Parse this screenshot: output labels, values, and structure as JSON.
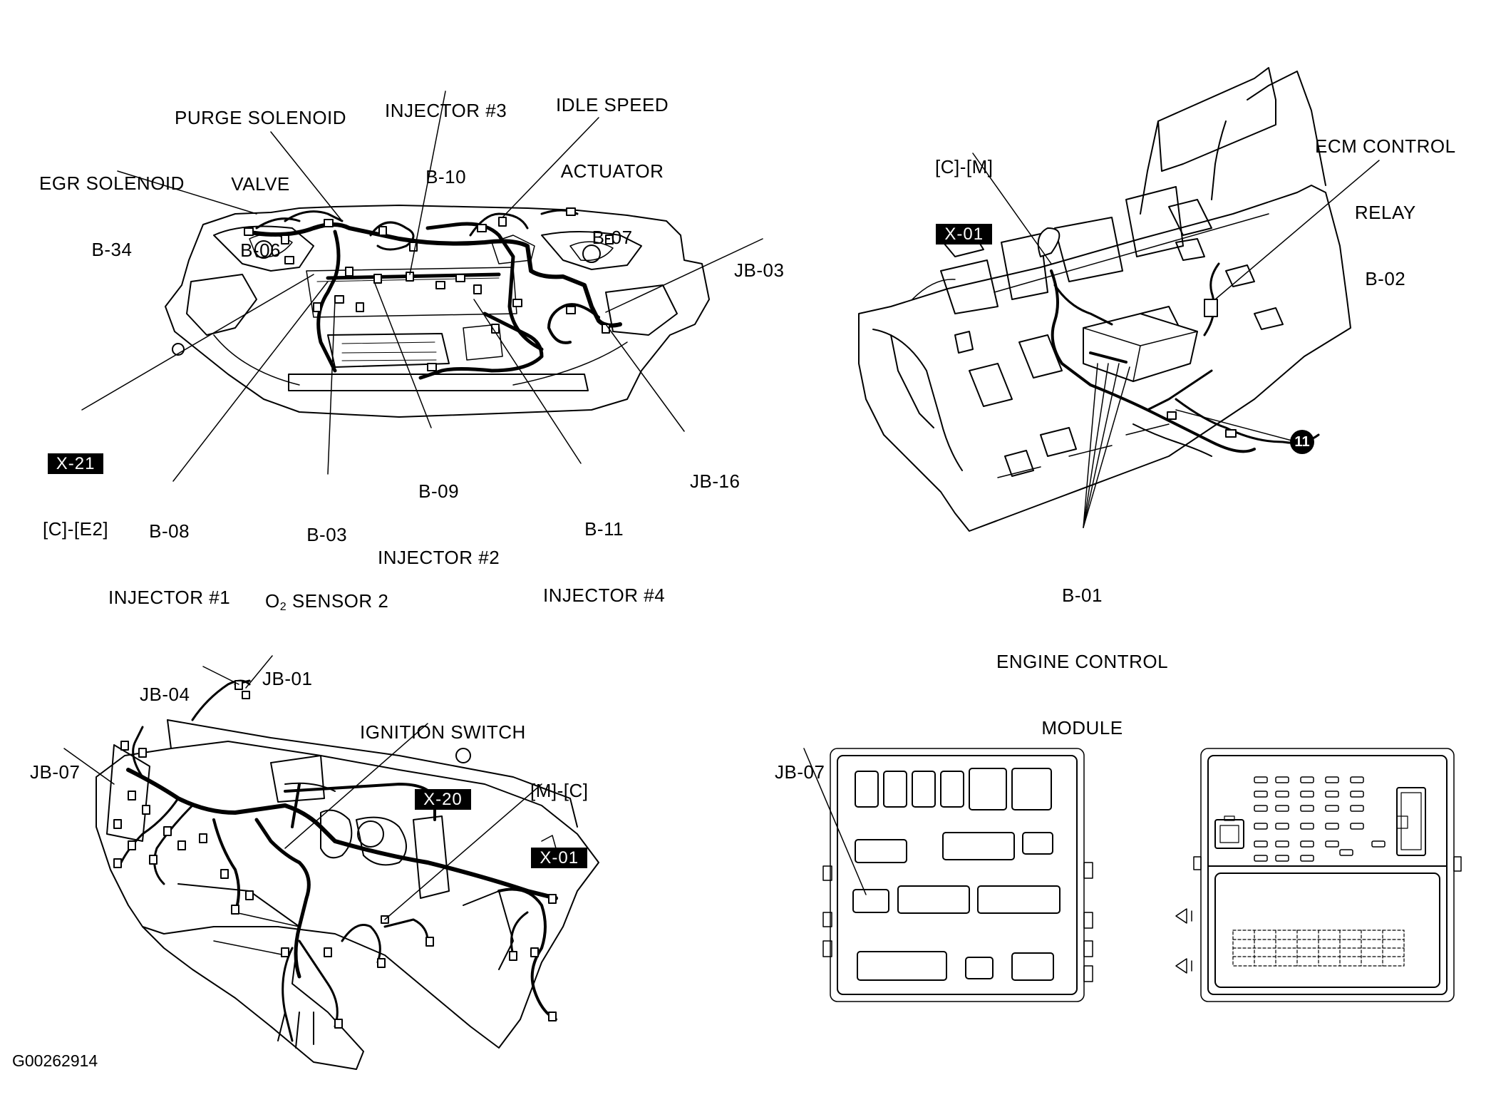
{
  "engine_bay": {
    "purge_solenoid": [
      "PURGE SOLENOID",
      "VALVE",
      "B-06"
    ],
    "injector3": [
      "INJECTOR #3",
      "B-10"
    ],
    "idle_speed": [
      "IDLE SPEED",
      "ACTUATOR",
      "B-07"
    ],
    "egr_solenoid": [
      "EGR SOLENOID",
      "B-34"
    ],
    "jb03": "JB-03",
    "x21_tag": "X-21",
    "x21_ref": "[C]-[E2]",
    "jb16": "JB-16",
    "injector2": [
      "B-09",
      "INJECTOR #2"
    ],
    "injector1": [
      "B-08",
      "INJECTOR #1"
    ],
    "o2_sensor": [
      "B-03",
      "O",
      "2",
      " SENSOR 2"
    ],
    "injector4": [
      "B-11",
      "INJECTOR #4"
    ]
  },
  "ecm_view": {
    "x01_ref": "[C]-[M]",
    "x01_tag": "X-01",
    "ecm_relay": [
      "ECM CONTROL",
      "RELAY",
      "B-02"
    ],
    "callout": "11",
    "ecm": [
      "B-01",
      "ENGINE CONTROL",
      "MODULE"
    ]
  },
  "dash_view": {
    "jb01": "JB-01",
    "jb04": "JB-04",
    "jb07": "JB-07",
    "ignition": "IGNITION SWITCH",
    "x20_tag": "X-20",
    "x01_ref": "[M]-[C]",
    "x01_tag": "X-01"
  },
  "junction_box": {
    "jb07": "JB-07"
  },
  "figure_code": "G00262914"
}
